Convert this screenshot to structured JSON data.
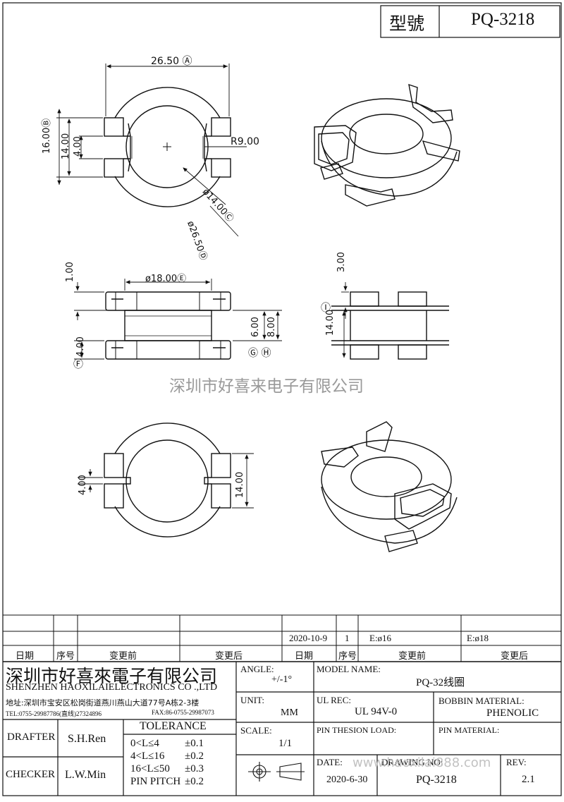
{
  "title_block_top": {
    "model_label": "型號",
    "model_value": "PQ-3218"
  },
  "dimensions": {
    "top_width": "26.50 Ⓐ",
    "left_outer": "16.00Ⓑ",
    "left_mid": "14.00",
    "left_inner": "4.00",
    "radius": "R9.00",
    "dia_inner": "ø14.00Ⓒ",
    "dia_outer": "ø26.50Ⓓ",
    "side_dia": "ø18.00Ⓔ",
    "side_top": "1.00",
    "side_bottom": "4.00",
    "side_mark_f": "Ⓕ",
    "side_r6": "6.00",
    "side_r8": "8.00",
    "side_marks_gh": "Ⓖ Ⓗ",
    "end_top": "3.00",
    "end_height": "14.00",
    "end_mark": "Ⓘ",
    "bottom_left": "4.00",
    "bottom_right": "14.00"
  },
  "watermark": "深圳市好喜来电子有限公司",
  "revision_table": {
    "row1": [
      "",
      "",
      "",
      "",
      "2020-10-9",
      "1",
      "E:ø16",
      "E:ø18"
    ],
    "headers": [
      "日期",
      "序号",
      "变更前",
      "变更后",
      "日期",
      "序号",
      "变更前",
      "变更后"
    ]
  },
  "company": {
    "name_cn": "深圳市好喜來電子有限公司",
    "name_en": "SHENZHEN HAOXILAIELECTRONICS CO .,LTD",
    "address": "地址:深圳市宝安区松岗街道燕川燕山大道77号A栋2-3楼",
    "tel": "TEL:0755-29987786(直线)27324896",
    "fax": "FAX:86-0755-29987073"
  },
  "title_block": {
    "angle_label": "ANGLE:",
    "angle_value": "+/-1°",
    "model_name_label": "MODEL NAME:",
    "model_name_value": "PQ-32线圈",
    "unit_label": "UNIT:",
    "unit_value": "MM",
    "ul_rec_label": "UL REC:",
    "ul_rec_value": "UL 94V-0",
    "bobbin_label": "BOBBIN MATERIAL:",
    "bobbin_value": "PHENOLIC",
    "scale_label": "SCALE:",
    "scale_value": "1/1",
    "pin_tension_label": "PIN THESION LOAD:",
    "pin_material_label": "PIN MATERIAL:",
    "date_label": "DATE:",
    "date_value": "2020-6-30",
    "drawing_no_label": "DRAWING NO:",
    "drawing_no_value": "PQ-3218",
    "rev_label": "REV:",
    "rev_value": "2.1",
    "drafter_label": "DRAFTER",
    "drafter_value": "S.H.Ren",
    "checker_label": "CHECKER",
    "checker_value": "L.W.Min",
    "tolerance_title": "TOLERANCE",
    "tolerance_rows": [
      [
        "0<L≤4",
        "±0.1"
      ],
      [
        "4<L≤16",
        "±0.2"
      ],
      [
        "16<L≤50",
        "±0.3"
      ],
      [
        "PIN PITCH",
        "±0.2"
      ]
    ],
    "url_watermark": "www.haoxilai888.com"
  }
}
